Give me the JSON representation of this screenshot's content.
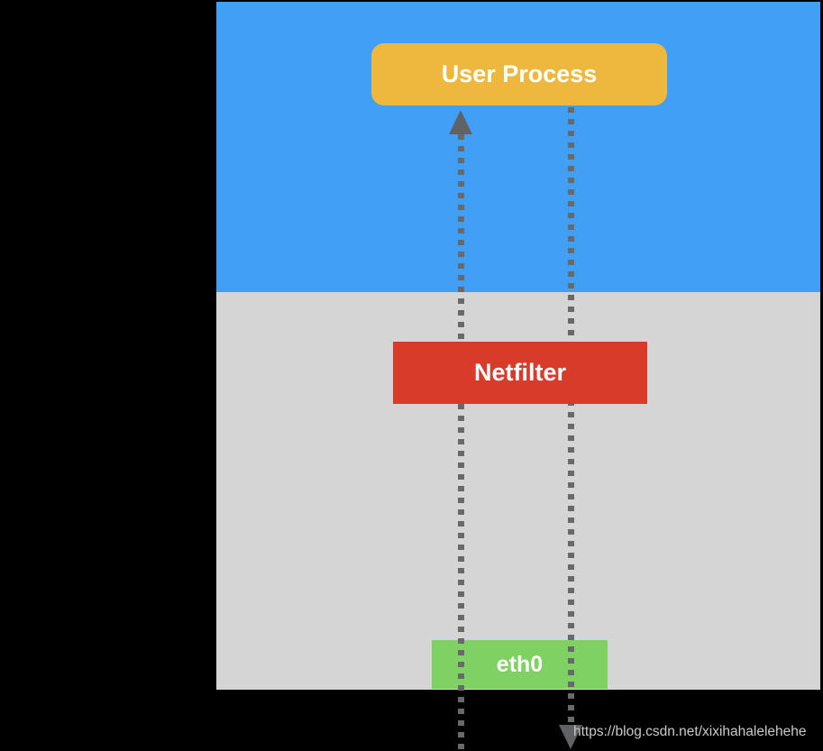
{
  "diagram": {
    "nodes": {
      "user_process": {
        "label": "User Process"
      },
      "netfilter": {
        "label": "Netfilter"
      },
      "eth0": {
        "label": "eth0"
      }
    }
  },
  "watermark": {
    "url_text": "https://blog.csdn.net/xixihahalelehehe"
  },
  "colors": {
    "background": "#000000",
    "user_space": "#41A0F6",
    "kernel_space": "#D5D5D5",
    "user_process": "#EDB83D",
    "netfilter": "#D93B2B",
    "eth0": "#7ED162",
    "node_text": "#FFFFFF",
    "flow_line": "#68696B",
    "arrowhead": "#606266",
    "watermark": "#C9C9C9"
  }
}
